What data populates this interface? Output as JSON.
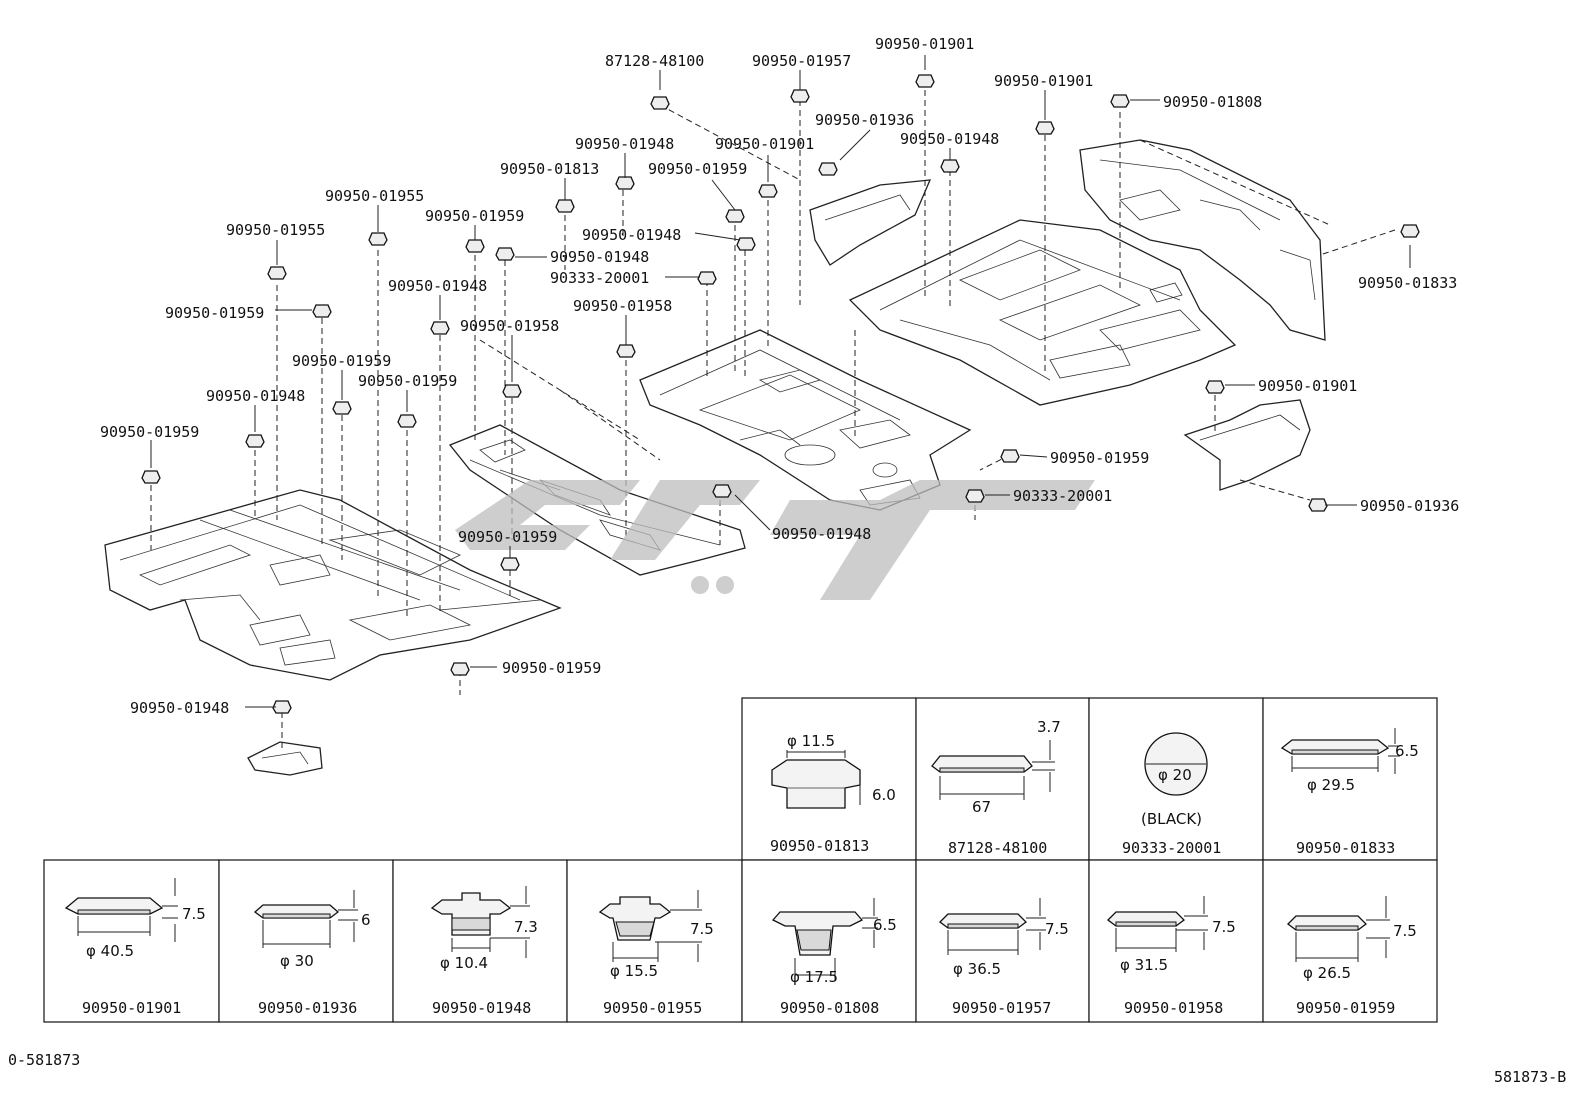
{
  "callouts": [
    {
      "text": "87128-48100"
    },
    {
      "text": "90950-01957"
    },
    {
      "text": "90950-01901"
    },
    {
      "text": "90950-01901"
    },
    {
      "text": "90950-01808"
    },
    {
      "text": "90950-01936"
    },
    {
      "text": "90950-01948"
    },
    {
      "text": "90950-01948"
    },
    {
      "text": "90950-01901"
    },
    {
      "text": "90950-01813"
    },
    {
      "text": "90950-01959"
    },
    {
      "text": "90950-01955"
    },
    {
      "text": "90950-01959"
    },
    {
      "text": "90950-01948"
    },
    {
      "text": "90950-01948"
    },
    {
      "text": "90333-20001"
    },
    {
      "text": "90950-01955"
    },
    {
      "text": "90950-01959"
    },
    {
      "text": "90950-01948"
    },
    {
      "text": "90950-01958"
    },
    {
      "text": "90950-01958"
    },
    {
      "text": "90950-01959"
    },
    {
      "text": "90950-01959"
    },
    {
      "text": "90950-01948"
    },
    {
      "text": "90950-01959"
    },
    {
      "text": "90950-01833"
    },
    {
      "text": "90950-01901"
    },
    {
      "text": "90950-01959"
    },
    {
      "text": "90333-20001"
    },
    {
      "text": "90950-01936"
    },
    {
      "text": "90950-01948"
    },
    {
      "text": "90950-01959"
    },
    {
      "text": "90950-01959"
    },
    {
      "text": "90950-01948"
    }
  ],
  "detail_table": {
    "top_row": [
      {
        "part": "90950-01813",
        "dims": [
          "φ 11.5",
          "6.0"
        ]
      },
      {
        "part": "87128-48100",
        "dims": [
          "3.7",
          "67"
        ]
      },
      {
        "part": "90333-20001",
        "dims": [
          "φ 20"
        ],
        "note": "(BLACK)"
      },
      {
        "part": "90950-01833",
        "dims": [
          "6.5",
          "φ 29.5"
        ]
      }
    ],
    "bottom_row": [
      {
        "part": "90950-01901",
        "dims": [
          "7.5",
          "φ 40.5"
        ]
      },
      {
        "part": "90950-01936",
        "dims": [
          "6",
          "φ 30"
        ]
      },
      {
        "part": "90950-01948",
        "dims": [
          "7.3",
          "φ 10.4"
        ]
      },
      {
        "part": "90950-01955",
        "dims": [
          "7.5",
          "φ 15.5"
        ]
      },
      {
        "part": "90950-01808",
        "dims": [
          "6.5",
          "φ 17.5"
        ]
      },
      {
        "part": "90950-01957",
        "dims": [
          "7.5",
          "φ 36.5"
        ]
      },
      {
        "part": "90950-01958",
        "dims": [
          "7.5",
          "φ 31.5"
        ]
      },
      {
        "part": "90950-01959",
        "dims": [
          "7.5",
          "φ 26.5"
        ]
      }
    ]
  },
  "footer": {
    "left_code": "0-581873",
    "right_code": "581873-B"
  }
}
